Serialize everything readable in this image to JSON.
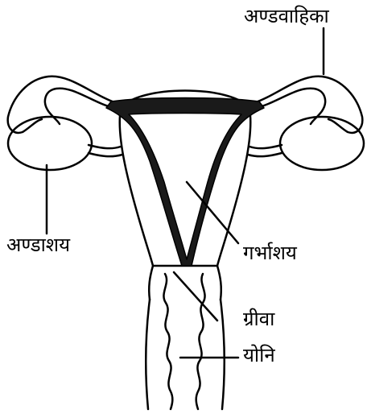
{
  "labels": {
    "fallopian_tube": "अण्डवाहिका",
    "ovary": "अण्डाशय",
    "uterus": "गर्भाशय",
    "cervix": "ग्रीवा",
    "vagina": "योनि"
  },
  "colors": {
    "stroke": "#000000",
    "background": "#ffffff",
    "lining": "#1a1a1a"
  }
}
